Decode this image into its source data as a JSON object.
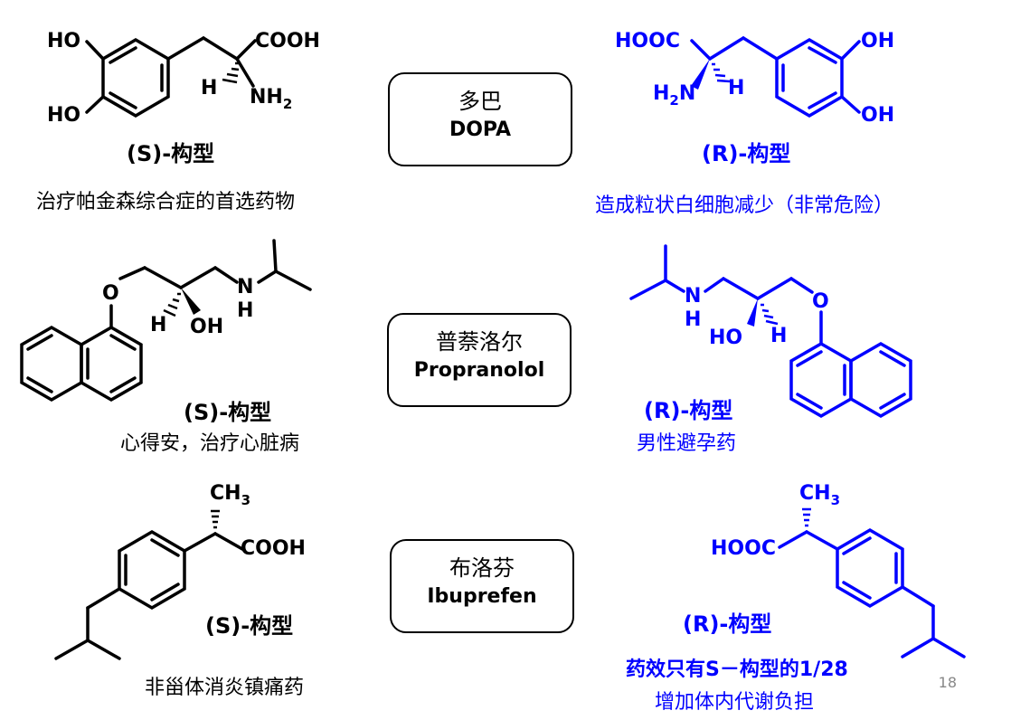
{
  "rows": [
    {
      "drug_zh": "多巴",
      "drug_en": "DOPA",
      "left": {
        "config": "(S)-构型",
        "desc": "治疗帕金森综合症的首选药物",
        "atoms": {
          "ho_top": "HO",
          "ho_bottom": "HO",
          "cooh": "COOH",
          "h": "H",
          "nh2": "NH",
          "sub2": "2"
        }
      },
      "right": {
        "config": "(R)-构型",
        "desc": "造成粒状白细胞减少（非常危险）",
        "atoms": {
          "hooc": "HOOC",
          "oh_top": "OH",
          "oh_bottom": "OH",
          "h": "H",
          "h2n_h": "H",
          "sub2": "2",
          "h2n_n": "N"
        }
      }
    },
    {
      "drug_zh": "普萘洛尔",
      "drug_en": "Propranolol",
      "left": {
        "config": "(S)-构型",
        "desc": "心得安，治疗心脏病",
        "atoms": {
          "o": "O",
          "n": "N",
          "h_n": "H",
          "h": "H",
          "oh": "OH"
        }
      },
      "right": {
        "config": "(R)-构型",
        "desc": "男性避孕药",
        "atoms": {
          "o": "O",
          "n": "N",
          "h_n": "H",
          "ho": "HO",
          "h": "H"
        }
      }
    },
    {
      "drug_zh": "布洛芬",
      "drug_en": "Ibuprefen",
      "left": {
        "config": "(S)-构型",
        "desc": "非甾体消炎镇痛药",
        "atoms": {
          "ch": "CH",
          "sub3": "3",
          "cooh": "COOH"
        }
      },
      "right": {
        "config": "(R)-构型",
        "desc_line1": "药效只有S－构型的1/28",
        "desc_line2": "增加体内代谢负担",
        "atoms": {
          "ch": "CH",
          "sub3": "3",
          "hooc": "HOOC"
        }
      }
    }
  ],
  "page_number": "18",
  "colors": {
    "left": "#000000",
    "right": "#0000ff"
  }
}
